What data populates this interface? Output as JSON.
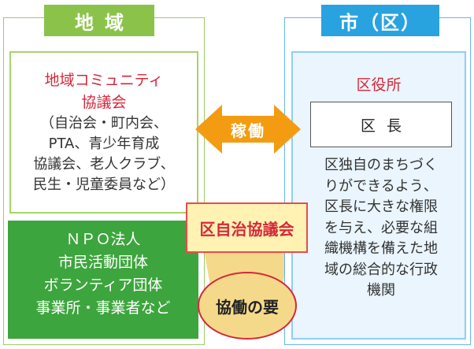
{
  "colors": {
    "region_green": "#8bc34a",
    "city_blue": "#29a3e0",
    "npo_green": "#3da53d",
    "red_text": "#d6283a",
    "arrow_orange": "#f39c12",
    "council_fill": "#fff2b3",
    "key_fill": "#f5d98a"
  },
  "region": {
    "header": "地域",
    "community": {
      "title_line1": "地域コミュニティ",
      "title_line2": "協議会",
      "members_lines": [
        "（自治会・町内会、",
        "PTA、青少年育成",
        "協議会、老人クラブ、",
        "民生・児童委員など）"
      ]
    },
    "npo": {
      "lines": [
        "ＮＰＯ法人",
        "市民活動団体",
        "ボランティア団体",
        "事業所・事業者など"
      ]
    }
  },
  "city": {
    "header": "市（区）",
    "ward_office": {
      "title": "区役所",
      "mayor": "区長",
      "description_lines": [
        "区独自のまちづく",
        "りができるよう、",
        "区長に大きな権限",
        "を与え、必要な組",
        "織機構を備えた地",
        "域の総合的な行政",
        "機関"
      ]
    }
  },
  "arrow": {
    "label": "稼働",
    "icon": "double-arrow-icon"
  },
  "council": {
    "label": "区自治協議会"
  },
  "key": {
    "label": "協働の要"
  }
}
